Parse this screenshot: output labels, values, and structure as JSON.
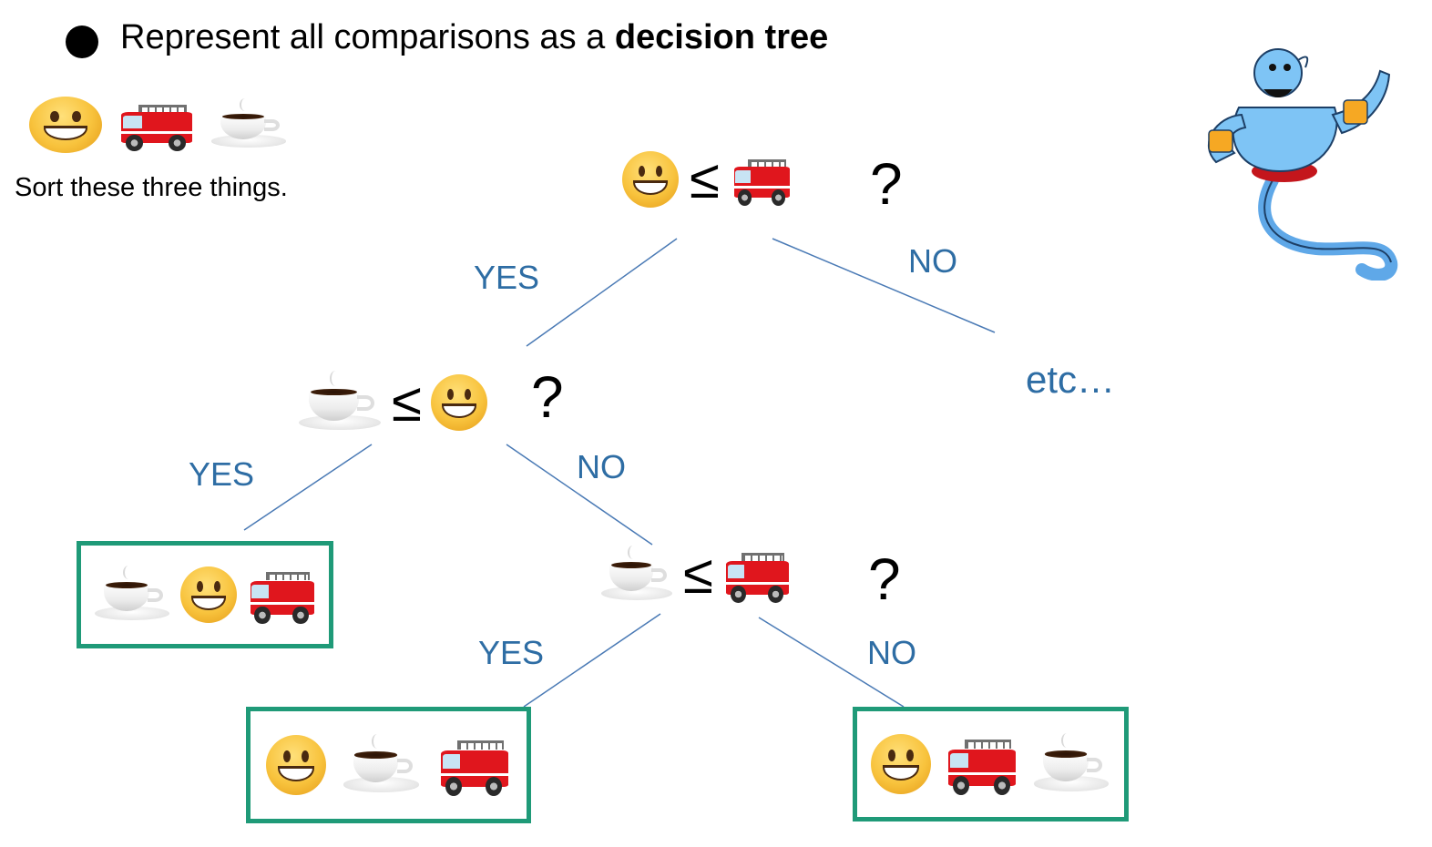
{
  "header": {
    "title_prefix": "Represent all comparisons as a ",
    "title_bold": "decision tree"
  },
  "intro": {
    "items": [
      "smiley-icon",
      "fire-truck-icon",
      "coffee-icon"
    ],
    "caption": "Sort these three things."
  },
  "tree": {
    "root": {
      "left": "smiley-icon",
      "op": "≤",
      "right": "fire-truck-icon",
      "q": "?"
    },
    "root_yes": "YES",
    "root_no": "NO",
    "etc": "etc…",
    "mid": {
      "left": "coffee-icon",
      "op": "≤",
      "right": "smiley-icon",
      "q": "?"
    },
    "mid_yes": "YES",
    "mid_no": "NO",
    "low": {
      "left": "coffee-icon",
      "op": "≤",
      "right": "fire-truck-icon",
      "q": "?"
    },
    "low_yes": "YES",
    "low_no": "NO",
    "results": [
      [
        "coffee-icon",
        "smiley-icon",
        "fire-truck-icon"
      ],
      [
        "smiley-icon",
        "coffee-icon",
        "fire-truck-icon"
      ],
      [
        "smiley-icon",
        "fire-truck-icon",
        "coffee-icon"
      ]
    ]
  },
  "colors": {
    "label_blue": "#2e6da4",
    "box_green": "#1f9a78",
    "line_blue": "#4a7ab5"
  },
  "decorations": [
    "genie-icon"
  ]
}
